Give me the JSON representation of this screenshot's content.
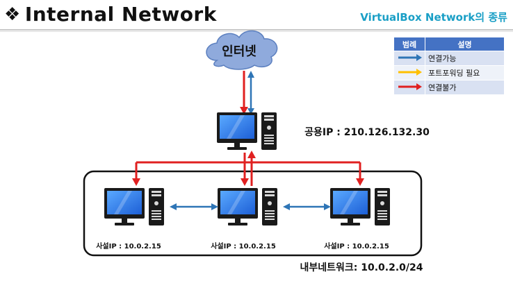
{
  "header": {
    "bullet": "❖",
    "title": "Internal Network",
    "subtitle": "VirtualBox Network의 종류"
  },
  "legend": {
    "col_symbol": "범례",
    "col_desc": "설명",
    "rows": [
      {
        "desc": "연결가능",
        "color": "#2e75b6"
      },
      {
        "desc": "포트포워딩 필요",
        "color": "#ffc000"
      },
      {
        "desc": "연결불가",
        "color": "#e02020"
      }
    ]
  },
  "diagram": {
    "internet_label": "인터넷",
    "host_ip_label": "공용IP : 210.126.132.30",
    "vms": [
      {
        "ip_label": "사설IP : 10.0.2.15"
      },
      {
        "ip_label": "사설IP : 10.0.2.15"
      },
      {
        "ip_label": "사설IP : 10.0.2.15"
      }
    ],
    "network_label": "내부네트워크: 10.0.2.0/24"
  },
  "colors": {
    "blue": "#2e75b6",
    "red": "#e02020",
    "cloud": "#8faadc",
    "monitor_screen": "#2f80ed"
  }
}
